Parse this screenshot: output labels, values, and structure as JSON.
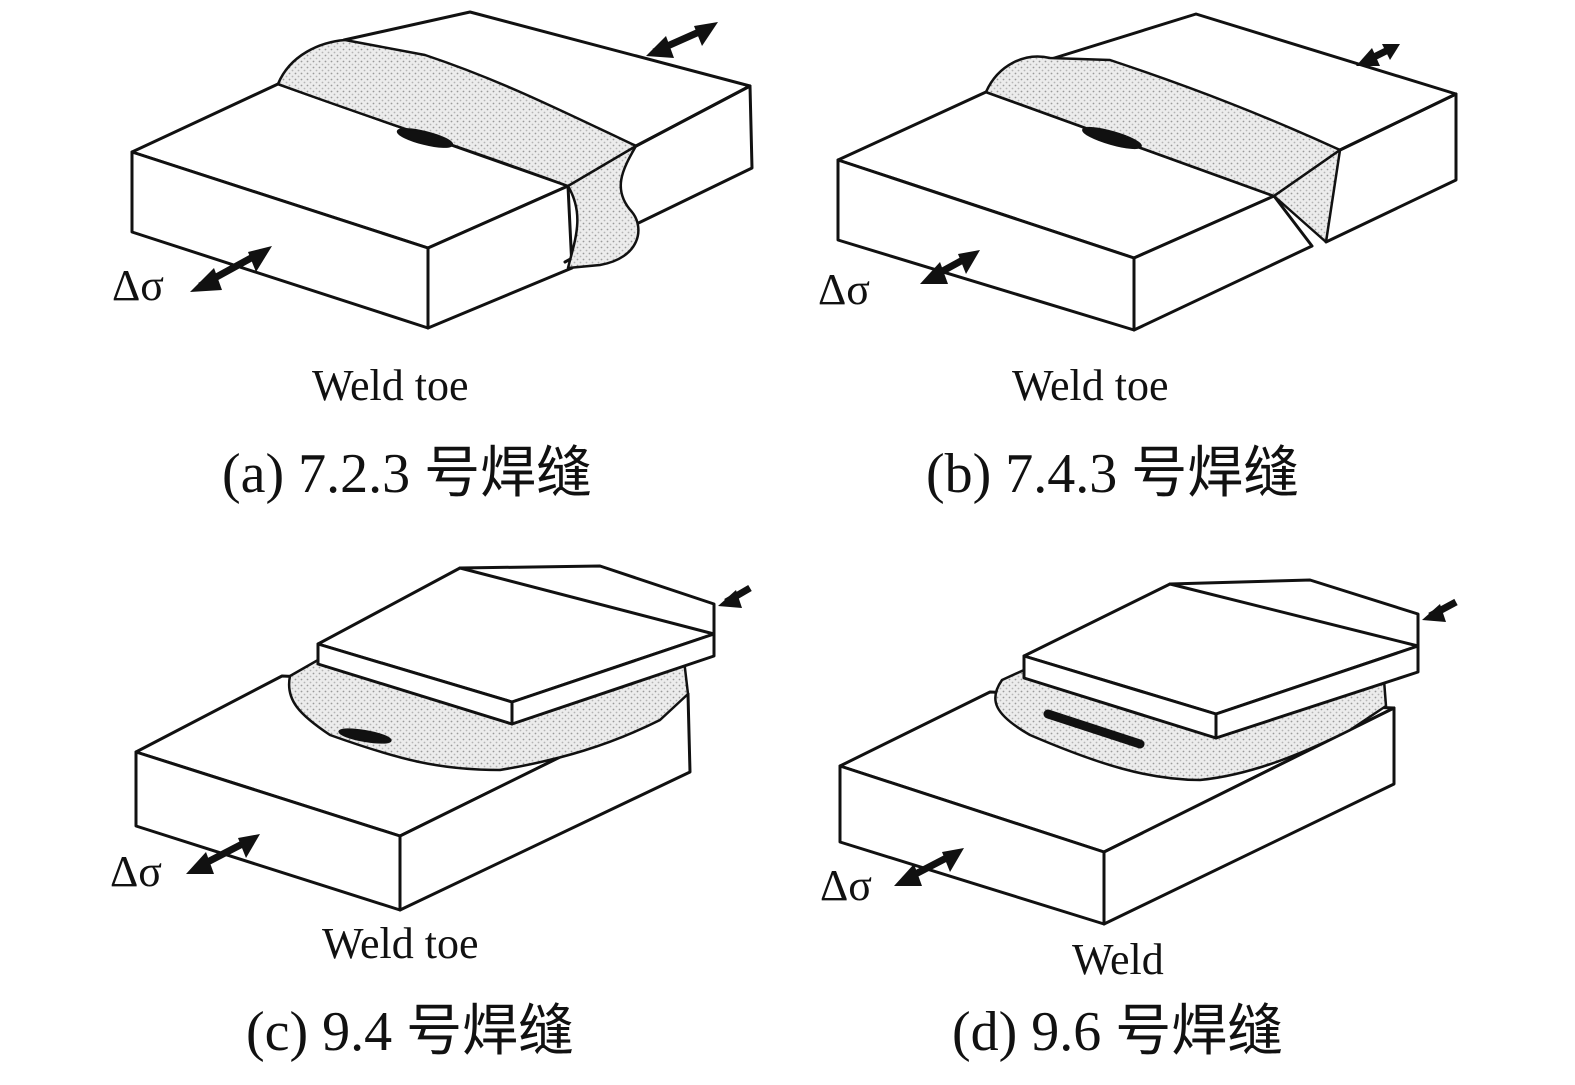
{
  "colors": {
    "line": "#111111",
    "weld_fill": "#e6e6e6",
    "background": "#ffffff"
  },
  "panels": [
    {
      "id": "a",
      "stress_symbol": "Δσ",
      "location_label": "Weld toe",
      "caption": "(a) 7.2.3 号焊缝"
    },
    {
      "id": "b",
      "stress_symbol": "Δσ",
      "location_label": "Weld toe",
      "caption": "(b) 7.4.3 号焊缝"
    },
    {
      "id": "c",
      "stress_symbol": "Δσ",
      "location_label": "Weld toe",
      "caption": "(c) 9.4 号焊缝"
    },
    {
      "id": "d",
      "stress_symbol": "Δσ",
      "location_label": "Weld",
      "caption": "(d) 9.6 号焊缝"
    }
  ]
}
